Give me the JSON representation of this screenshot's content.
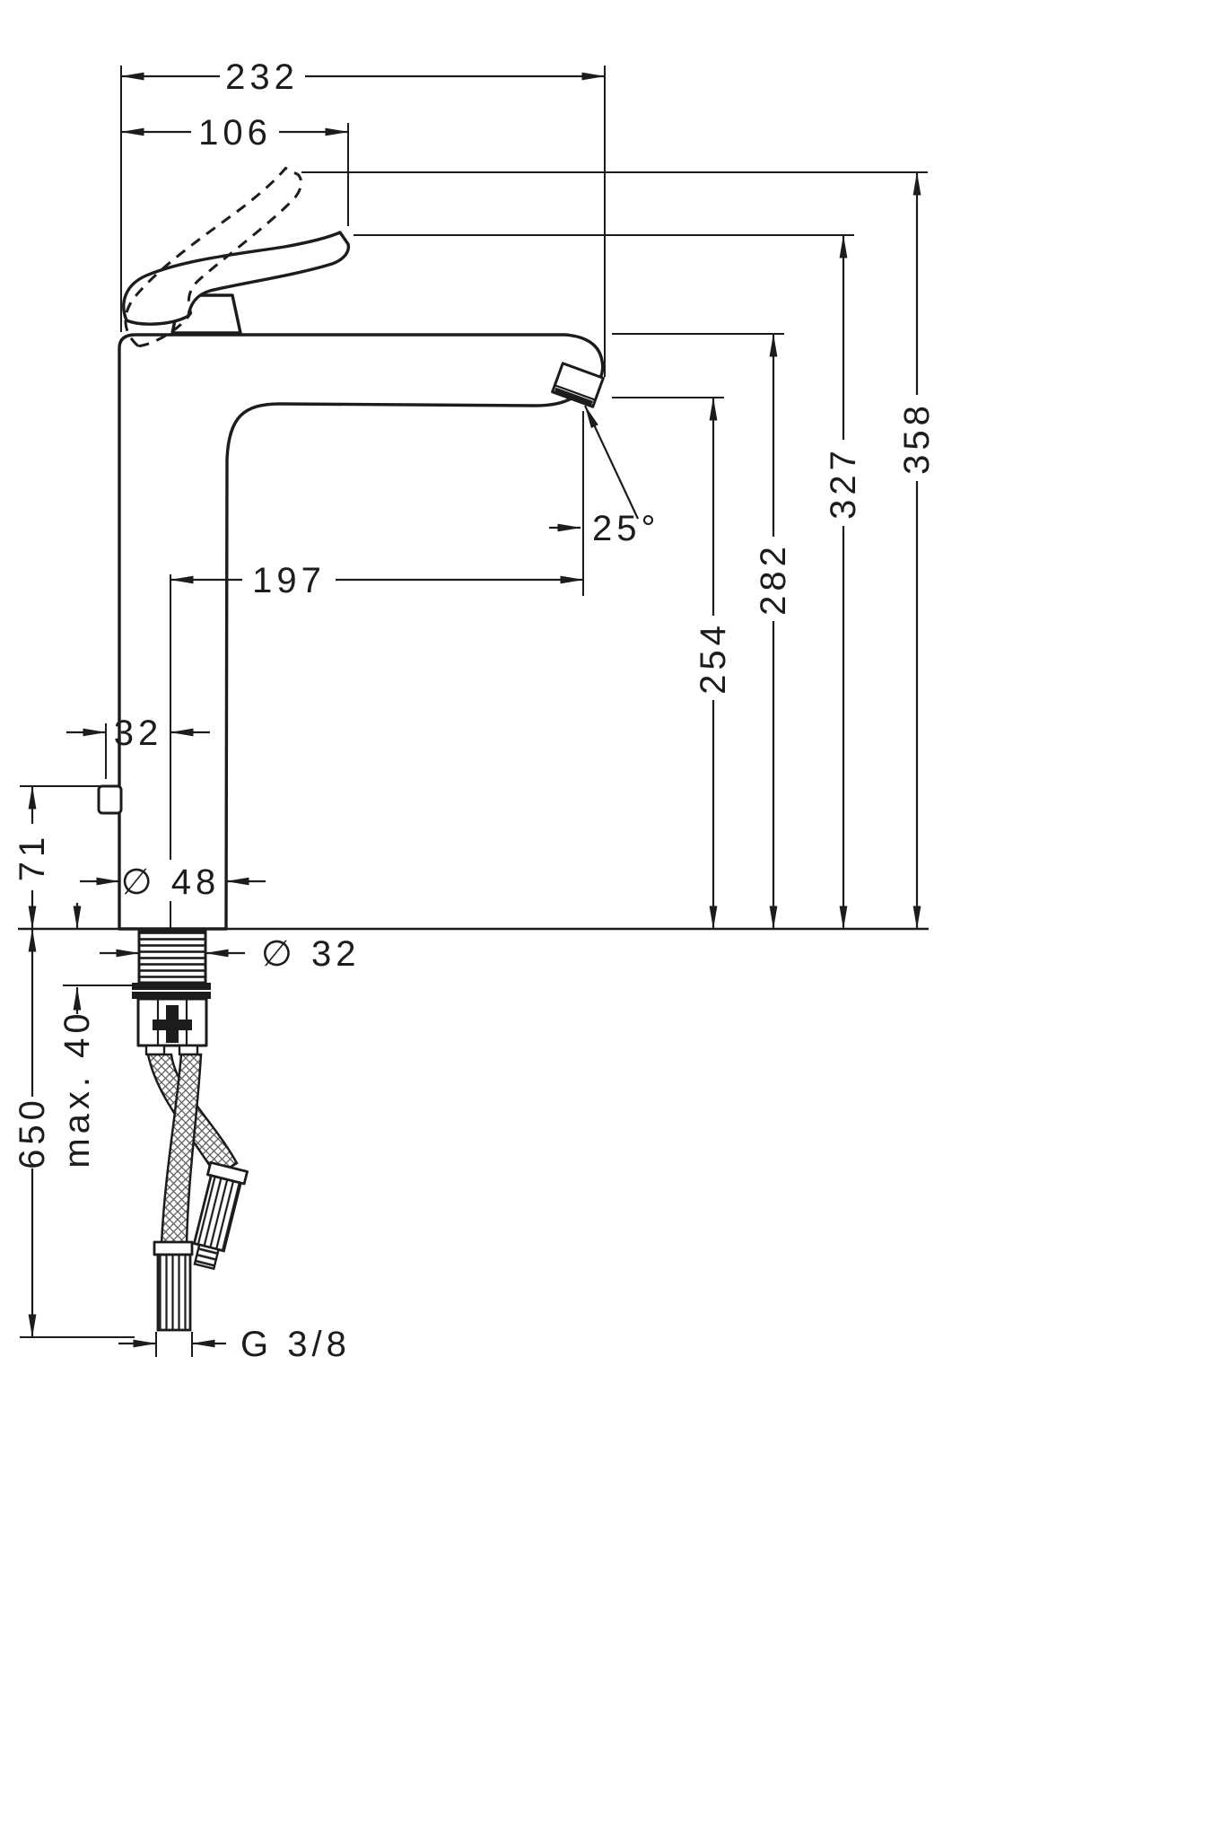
{
  "page": {
    "background": "#ffffff",
    "ink": "#1c1c1c"
  },
  "dims": {
    "d232": "232",
    "d106": "106",
    "d197": "197",
    "d32": "32",
    "dia48": "∅ 48",
    "d71": "71",
    "dia32": "∅ 32",
    "max40": "max. 40",
    "d650": "650",
    "g38": "G 3/8",
    "angle25": "25°",
    "d254": "254",
    "d282": "282",
    "d327": "327",
    "d358": "358"
  }
}
